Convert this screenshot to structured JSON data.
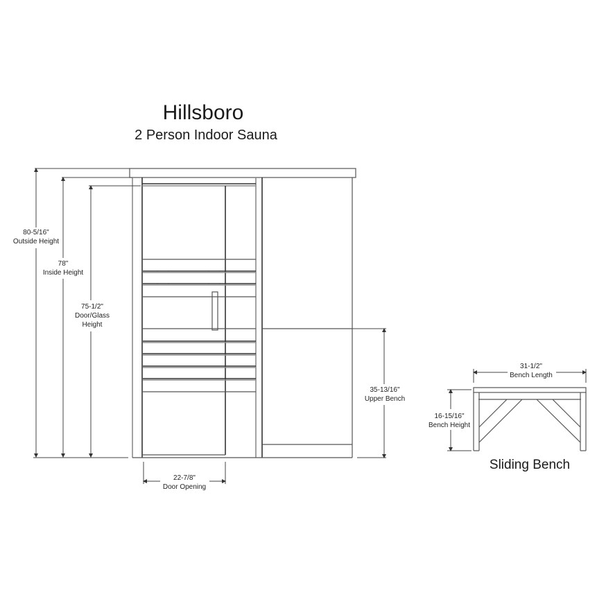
{
  "title": {
    "main": "Hillsboro",
    "subtitle": "2 Person Indoor Sauna"
  },
  "dimensions": {
    "outside_height": {
      "value": "80-5/16\"",
      "label": "Outside Height"
    },
    "inside_height": {
      "value": "78\"",
      "label": "Inside Height"
    },
    "door_glass_height": {
      "value": "75-1/2\"",
      "label_line1": "Door/Glass",
      "label_line2": "Height"
    },
    "upper_bench": {
      "value": "35-13/16\"",
      "label": "Upper Bench"
    },
    "door_opening": {
      "value": "22-7/8\"",
      "label": "Door Opening"
    }
  },
  "bench": {
    "title": "Sliding Bench",
    "length": {
      "value": "31-1/2\"",
      "label": "Bench Length"
    },
    "height": {
      "value": "16-15/16\"",
      "label": "Bench Height"
    }
  },
  "colors": {
    "background": "#ffffff",
    "line": "#555555",
    "text": "#1a1a1a"
  }
}
